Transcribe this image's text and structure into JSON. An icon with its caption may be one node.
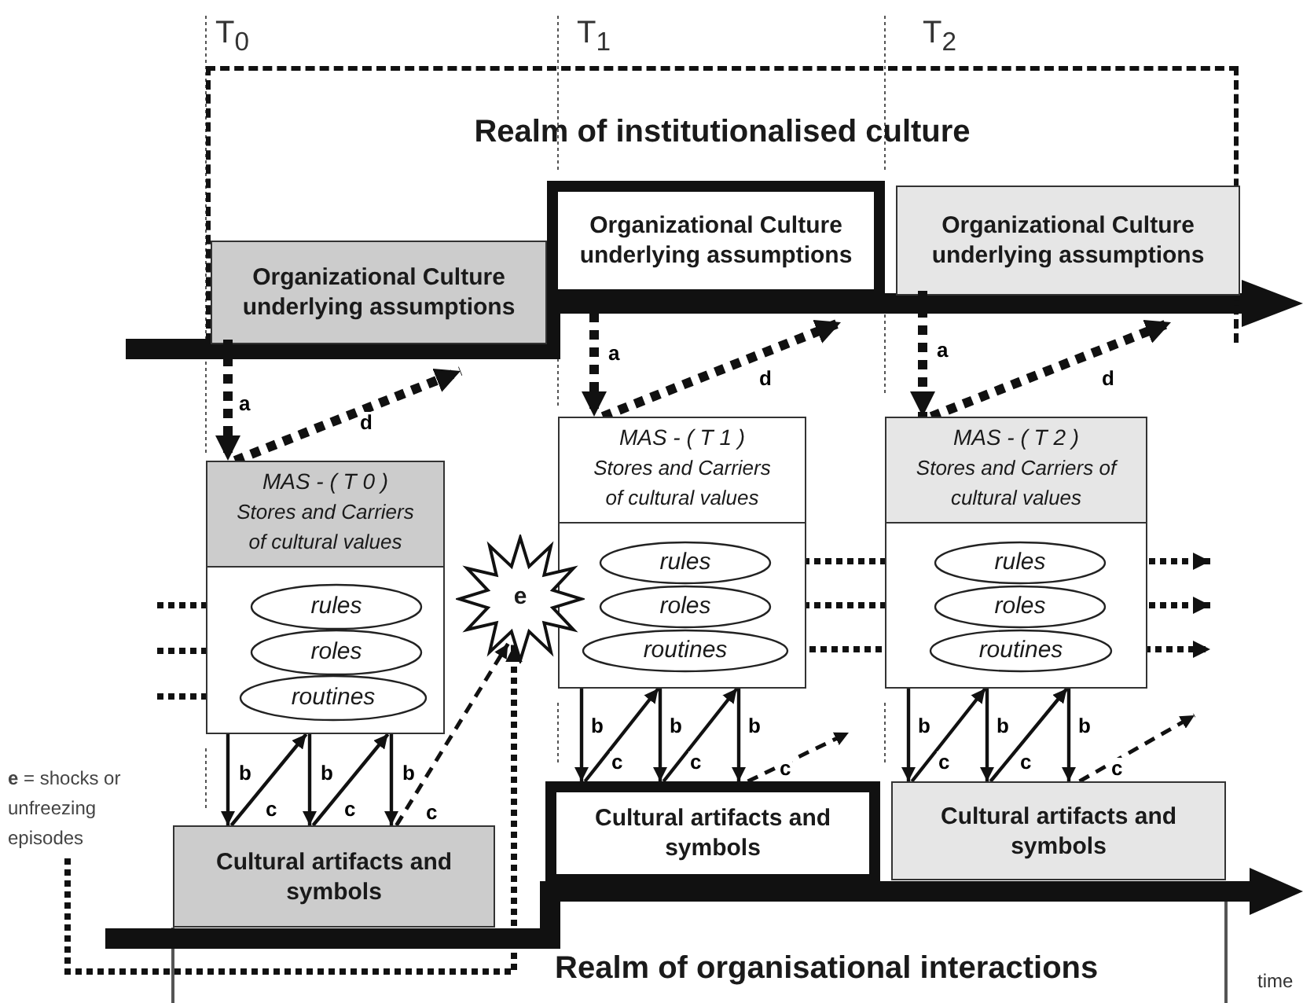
{
  "diagram": {
    "nodes": [
      {
        "text": [
          "Realm of institutionalised culture"
        ]
      },
      {
        "text": [
          "Organizational Culture underlying assumptions"
        ],
        "in": 0
      },
      {
        "text": [
          "Organizational Culture underlying assumptions"
        ],
        "in": 0
      },
      {
        "text": [
          "Organizational Culture underlying assumptions"
        ],
        "in": 0
      },
      {
        "text": [
          "MAS - ( T 0 )",
          "Stores and Carriers of cultural values"
        ]
      },
      {
        "text": [
          "rules"
        ],
        "in": 4
      },
      {
        "text": [
          "roles"
        ],
        "in": 4
      },
      {
        "text": [
          "routines"
        ],
        "in": 4
      },
      {
        "text": [
          "MAS - ( T 1 )",
          "Stores and Carriers of cultural values"
        ]
      },
      {
        "text": [
          "rules"
        ],
        "in": 8
      },
      {
        "text": [
          "roles"
        ],
        "in": 8
      },
      {
        "text": [
          "routines"
        ],
        "in": 8
      },
      {
        "text": [
          "MAS - ( T 2 )",
          "Stores and Carriers of cultural values"
        ]
      },
      {
        "text": [
          "rules"
        ],
        "in": 12
      },
      {
        "text": [
          "roles"
        ],
        "in": 12
      },
      {
        "text": [
          "routines"
        ],
        "in": 12
      },
      {
        "text": [
          "e"
        ]
      },
      {
        "text": [
          "Cultural artifacts and symbols"
        ]
      },
      {
        "text": [
          "Cultural artifacts and symbols"
        ]
      },
      {
        "text": [
          "Cultural artifacts and symbols"
        ]
      },
      {
        "text": [
          "Realm of organisational interactions"
        ]
      },
      {
        "text": [
          "**e** = shocks or unfreezing episodes"
        ]
      }
    ],
    "edges": [
      {
        "from": 1,
        "to": 4,
        "arrow": "to",
        "label": "a",
        "style": "dashed"
      },
      {
        "from": 4,
        "to": 1,
        "arrow": "to",
        "label": "d",
        "style": "dashed"
      },
      {
        "from": 2,
        "to": 8,
        "arrow": "to",
        "label": "a",
        "style": "dashed"
      },
      {
        "from": 8,
        "to": 2,
        "arrow": "to",
        "label": "d",
        "style": "dashed"
      },
      {
        "from": 3,
        "to": 12,
        "arrow": "to",
        "label": "a",
        "style": "dashed"
      },
      {
        "from": 12,
        "to": 3,
        "arrow": "to",
        "label": "d",
        "style": "dashed"
      },
      {
        "from": null,
        "to": 5,
        "arrow": "to",
        "style": "dashed"
      },
      {
        "from": null,
        "to": 6,
        "arrow": "to",
        "style": "dashed"
      },
      {
        "from": null,
        "to": 7,
        "arrow": "to",
        "style": "dashed"
      },
      {
        "from": 4,
        "to": 17,
        "arrow": "to",
        "label": "b"
      },
      {
        "from": 17,
        "to": 4,
        "arrow": "to",
        "label": "c"
      },
      {
        "from": 4,
        "to": 17,
        "arrow": "to",
        "label": "b"
      },
      {
        "from": 17,
        "to": 4,
        "arrow": "to",
        "label": "c"
      },
      {
        "from": 4,
        "to": 17,
        "arrow": "to",
        "label": "b"
      },
      {
        "from": 17,
        "to": 16,
        "arrow": "to",
        "label": "c",
        "style": "dashed"
      },
      {
        "from": 8,
        "to": 18,
        "arrow": "to",
        "label": "b"
      },
      {
        "from": 18,
        "to": 8,
        "arrow": "to",
        "label": "c"
      },
      {
        "from": 8,
        "to": 18,
        "arrow": "to",
        "label": "b"
      },
      {
        "from": 18,
        "to": 8,
        "arrow": "to",
        "label": "c"
      },
      {
        "from": 8,
        "to": 18,
        "arrow": "to",
        "label": "b"
      },
      {
        "from": 18,
        "to": null,
        "arrow": "to",
        "label": "c",
        "style": "dashed"
      },
      {
        "from": 9,
        "to": 13,
        "arrow": "to",
        "style": "dashed"
      },
      {
        "from": 10,
        "to": 14,
        "arrow": "to",
        "style": "dashed"
      },
      {
        "from": 11,
        "to": 15,
        "arrow": "to",
        "style": "dashed"
      },
      {
        "from": 12,
        "to": 19,
        "arrow": "to",
        "label": "b"
      },
      {
        "from": 19,
        "to": 12,
        "arrow": "to",
        "label": "c"
      },
      {
        "from": 12,
        "to": 19,
        "arrow": "to",
        "label": "b"
      },
      {
        "from": 19,
        "to": 12,
        "arrow": "to",
        "label": "c"
      },
      {
        "from": 12,
        "to": 19,
        "arrow": "to",
        "label": "b"
      },
      {
        "from": 19,
        "to": null,
        "arrow": "to",
        "label": "c",
        "style": "dashed"
      },
      {
        "from": 13,
        "to": null,
        "arrow": "to",
        "style": "dashed"
      },
      {
        "from": 14,
        "to": null,
        "arrow": "to",
        "style": "dashed"
      },
      {
        "from": 15,
        "to": null,
        "arrow": "to",
        "style": "dashed"
      },
      {
        "from": 21,
        "to": 16,
        "arrow": "to",
        "style": "dashed"
      }
    ],
    "labels": [
      "T$_{0}$",
      "T$_{1}$",
      "T$_{2}$",
      "time"
    ]
  }
}
